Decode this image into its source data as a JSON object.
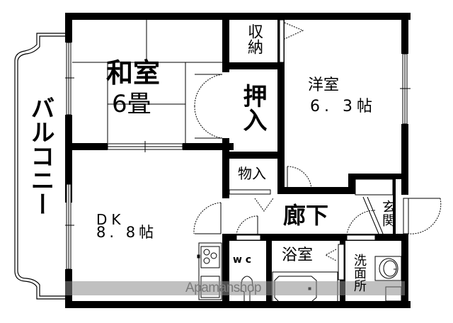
{
  "floorplan": {
    "rooms": {
      "washitsu": {
        "name": "和室",
        "size": "6畳"
      },
      "shuno": {
        "name": "収納"
      },
      "oshiire": {
        "name": "押入"
      },
      "yoshitsu": {
        "name": "洋室",
        "size": "6. 3帖"
      },
      "monoire": {
        "name": "物入"
      },
      "dk": {
        "name": "DK",
        "size": "8. 8帖"
      },
      "roka": {
        "name": "廊下"
      },
      "genkan": {
        "name": "玄関"
      },
      "wc": {
        "name": "w c"
      },
      "yokushitsu": {
        "name": "浴室"
      },
      "senmenjo": {
        "name": "洗面所"
      },
      "balcony": {
        "name": "バルコニー"
      }
    },
    "watermark": "Apamanshop",
    "colors": {
      "wall": "#000000",
      "background": "#ffffff",
      "watermark_band": "#8c8c8c"
    }
  }
}
